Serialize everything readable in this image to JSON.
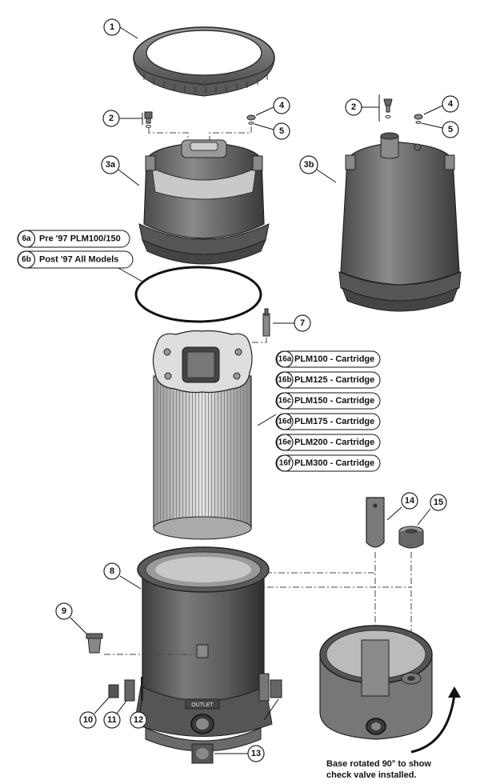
{
  "callouts": {
    "c1": "1",
    "c2a": "2",
    "c4a": "4",
    "c5a": "5",
    "c3a": "3a",
    "c2b": "2",
    "c4b": "4",
    "c5b": "5",
    "c3b": "3b",
    "c7": "7",
    "c8": "8",
    "c9": "9",
    "c10": "10",
    "c11": "11",
    "c12": "12",
    "c13": "13",
    "c14": "14",
    "c15": "15"
  },
  "o_ring_labels": [
    {
      "num": "6a",
      "text": "Pre '97 PLM100/150"
    },
    {
      "num": "6b",
      "text": "Post '97 All Models"
    }
  ],
  "cartridge_labels": [
    {
      "num": "16a",
      "text": "PLM100 - Cartridge"
    },
    {
      "num": "16b",
      "text": "PLM125 - Cartridge"
    },
    {
      "num": "16c",
      "text": "PLM150 - Cartridge"
    },
    {
      "num": "16d",
      "text": "PLM175 - Cartridge"
    },
    {
      "num": "16e",
      "text": "PLM200 - Cartridge"
    },
    {
      "num": "16f",
      "text": "PLM300 - Cartridge"
    }
  ],
  "outlet_label": "OUTLET",
  "caption": {
    "line1": "Base rotated 90° to show",
    "line2": "check valve installed."
  }
}
